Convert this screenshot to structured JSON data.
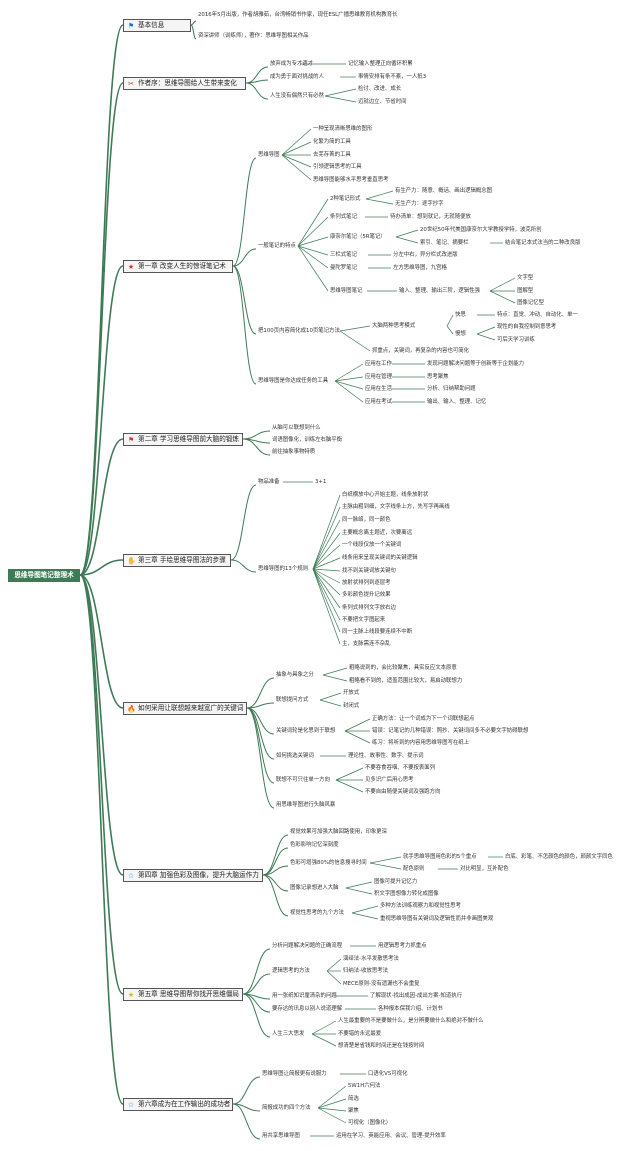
{
  "colors": {
    "root_bg": "#3e7a56",
    "line": "#3e7a56",
    "branch_border": "#555555"
  },
  "root": "思维导图笔记整理术",
  "branches": [
    {
      "title": "基本信息",
      "icon": "blue-flag",
      "nodes": [
        "2016年5月出版，作者胡雅茹，台湾畅销书作家，现任ESL广播思维教育机构教育长",
        "资深讲师（训练师），著作：思维导图相关作品"
      ]
    },
    {
      "title": "作者序：思维导图给人生带来变化",
      "icon": "tools",
      "nodes": [
        "放弃成为专才遗才",
        "记忆输入整理正向循环积累",
        "成为勇于面对挑战的人",
        "事情安排有条不紊，一人抵3",
        "人生没有偶然只有必然",
        "检讨、改进、成长",
        "迈就边立、节省时间"
      ]
    },
    {
      "title": "第一章 改变人生的惊讶笔记术",
      "icon": "red-star",
      "nodes": [
        "思维导图",
        "一种呈现清晰思维的图形",
        "化繁为简的工具",
        "去芜存菁的工具",
        "引领逻辑思考的工具",
        "思维导图能够水平思考垂直思考",
        "一般笔记的特点",
        "2种笔记形式",
        "有生产力：随意、概话、画出逻辑概念图",
        "无生产力：逐字抄字",
        "条列式笔记",
        "待办清单：想到就记，无就随便放",
        "康奈尔笔记（5R笔记）",
        "20世纪50年代美国康奈尔大学教授学特，波克所创",
        "索引、笔记、摘要栏",
        "结合笔记本式法当的二种改良版",
        "三栏式笔记",
        "分左中右，异分栏式改进版",
        "曼陀罗笔记",
        "左方思维导图，九宫格",
        "思维导图笔记",
        "输入、整理、输出三阶，逻辑性强",
        "文字型",
        "图解型",
        "图像记忆型",
        "把100页内容简化成10页笔记方法",
        "大脑两种思考模式",
        "快思",
        "特点：直觉、冲动、自动化、单一",
        "慢想",
        "现性的自我控制到意思考",
        "可后天学习训练",
        "抓重点，关键词，再复杂的内容也可简化",
        "思维导图是你达成任务的工具",
        "应用在工作",
        "发现问题解决问题等于创新等于企划能力",
        "应用在管理",
        "思考聚焦",
        "应用在生活",
        "分析、归纳帮助问题",
        "应用在考试",
        "输出、输入、整理、记忆"
      ]
    },
    {
      "title": "第二章 学习思维导图前大脑的锻炼",
      "icon": "red-flag",
      "nodes": [
        "从脑可以联想到什么",
        "词语图像化，训练左右脑平衡",
        "前往抽象事物特质"
      ]
    },
    {
      "title": "第三章 手绘思维导图法的步骤",
      "icon": "hand",
      "nodes": [
        "物品准备",
        "3+1",
        "思维导图的13个规则",
        "白纸横放中心开始主题，线条放射状",
        "主脉由粗到细，文字线条上方，先写字再画线",
        "同一脉络，同一颜色",
        "主要概念离主题近，次要离远",
        "一个线段仅放一个关键词",
        "线条用来呈现关键词的关键逻辑",
        "找不到关键词放关键句",
        "放射状排列到逐层考",
        "多彩颜色提升记效果",
        "条列式排列文字放右边",
        "不要把文字图起来",
        "同一主脉上线段要连续不中断",
        "主，支脉需连不杂乱"
      ]
    },
    {
      "title": "如何采用让联想越来越宽广的关键词",
      "icon": "fire",
      "nodes": [
        "抽象与具象之分",
        "粗略说到的，会比较聚焦，具实反应文本原意",
        "粗略看不到的，适盖范围比较大，易启动联想力",
        "联想提问方式",
        "开放式",
        "封闭式",
        "关键词轮是化思到于联想",
        "正确方法：让一个词成为下一个词联想起点",
        "错误：记笔记的几种错误：照抄、关键词间多不必要文字妨碍联想",
        "练习：将听到的内容用思维导图写在纸上",
        "如何挑选关键词",
        "理论性、故事性、数字、提示词",
        "联想不可只往单一方向",
        "不要吞食吞咽、不要按表面列",
        "见多识广后用心思考",
        "不要自由随便关键词及强跑方向",
        "用思维导图进行头脑风暴"
      ]
    },
    {
      "title": "第四章 加强色彩及图像，提升大脑运作力",
      "icon": "blue-star",
      "nodes": [
        "视觉效果可加强大脑回路使用，印象更深",
        "色彩影响记忆深刻度",
        "色彩可增强80%的信息搜寻时间",
        "就手思维导图用色彩的5个重点",
        "白底、彩笔、不怎颜色的颜色，颜颜文字同色",
        "配色原则",
        "对比明显，互补配色",
        "图像记录想进入大脑",
        "图像可提升记忆力",
        "积文字图想像力转化成图像",
        "视觉性思考的九个方法",
        "多种方法训练观察力和视觉性思考",
        "重视思维导图有关键词及逻辑性而并非画图美观"
      ]
    },
    {
      "title": "第五章 思维导图帮你找开思维僵局",
      "icon": "yellow-star",
      "nodes": [
        "分析问题解决问题的正确流程",
        "用逻辑思考力抓重点",
        "逻辑思考的方法",
        "演绎法-水平发散思考法",
        "归纳法-收放思考法",
        "MECE原则-没有遗漏也不会重复",
        "用一张纸知识厘清杂的问题",
        "了解现状-找出成因-成出方案-知道执行",
        "要存达的讯息以别人说道理解",
        "各种报本保我介绍、计划书",
        "人生三大思发",
        "人生最重要的不是要做什么，是分辨要做什么和绝对不做什么",
        "不要错的永远最爱",
        "想清楚是省钱和时间还是在钱按时间"
      ]
    },
    {
      "title": "第六章成为在工作输出的成功者",
      "icon": "blue-star",
      "nodes": [
        "思维导图让简报更有说服力",
        "口语化VS可视化",
        "简报成功的四个方法",
        "5W1H六何法",
        "简选",
        "聚焦",
        "可视化（图像化）",
        "用共享思维导图",
        "运用在学习、英能应用、会议、管理-提升效率"
      ]
    }
  ]
}
